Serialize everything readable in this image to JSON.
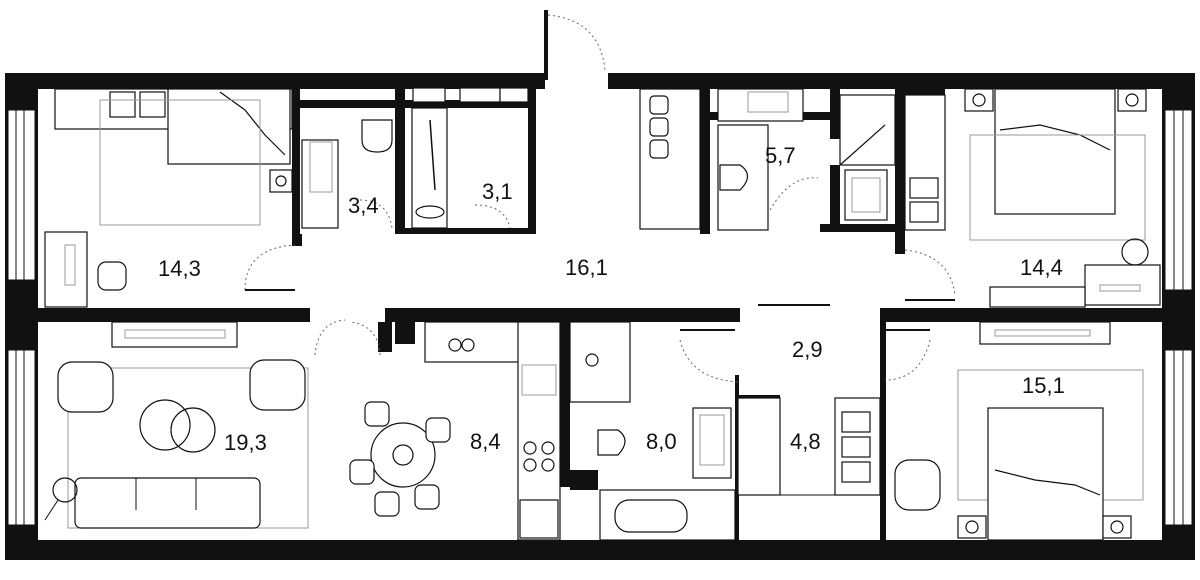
{
  "rooms": [
    {
      "id": "bedroom-left",
      "area": "14,3"
    },
    {
      "id": "wc-left",
      "area": "3,4"
    },
    {
      "id": "storage",
      "area": "3,1"
    },
    {
      "id": "hall",
      "area": "16,1"
    },
    {
      "id": "bathroom-right",
      "area": "5,7"
    },
    {
      "id": "bedroom-right",
      "area": "14,4"
    },
    {
      "id": "living-room",
      "area": "19,3"
    },
    {
      "id": "kitchen",
      "area": "8,4"
    },
    {
      "id": "bathroom-center",
      "area": "8,0"
    },
    {
      "id": "corridor",
      "area": "2,9"
    },
    {
      "id": "wardrobe",
      "area": "4,8"
    },
    {
      "id": "bedroom-bottom-right",
      "area": "15,1"
    }
  ],
  "colors": {
    "wall": "#111111",
    "background": "#ffffff",
    "furniture-line": "#111111"
  }
}
